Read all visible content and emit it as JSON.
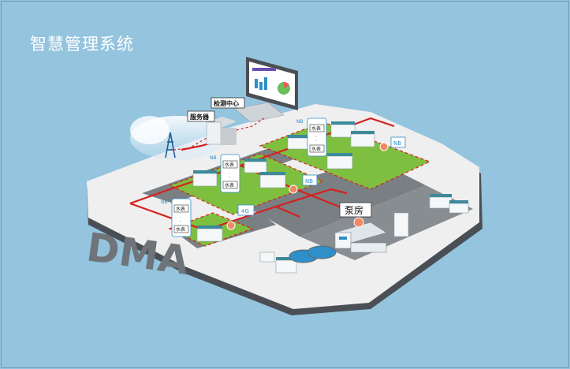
{
  "page": {
    "title": "智慧管理系统"
  },
  "labels": {
    "monitoring_center": "检测中心",
    "server": "服务器",
    "pump_house": "泵房",
    "dma": "DMA",
    "water_meter": "水表",
    "nb": "NB",
    "network_4g": "4G"
  },
  "colors": {
    "background": "#94c4de",
    "grass": "#7fbf3f",
    "pipe": "#d6201e",
    "road": "#7a7f84",
    "platform": "#ececec"
  }
}
